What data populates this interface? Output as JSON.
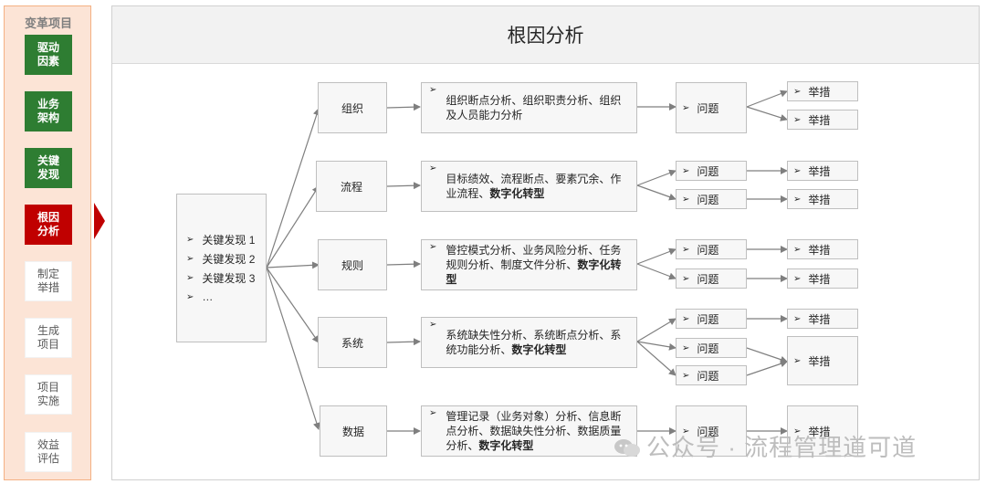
{
  "sidebar": {
    "title": "变革项目",
    "steps": [
      {
        "label": "驱动\n因素",
        "state": "done"
      },
      {
        "label": "业务\n架构",
        "state": "done"
      },
      {
        "label": "关键\n发现",
        "state": "done"
      },
      {
        "label": "根因\n分析",
        "state": "active"
      },
      {
        "label": "制定\n举措",
        "state": "todo"
      },
      {
        "label": "生成\n项目",
        "state": "todo"
      },
      {
        "label": "项目\n实施",
        "state": "todo"
      },
      {
        "label": "效益\n评估",
        "state": "todo"
      }
    ]
  },
  "panel": {
    "title": "根因分析"
  },
  "findings": [
    "关键发现 1",
    "关键发现 2",
    "关键发现 3",
    "…"
  ],
  "bullet": "➢",
  "dimensions": [
    {
      "name": "组织",
      "desc": "组织断点分析、组织职责分析、组织及人员能力分析",
      "desc_bold": ""
    },
    {
      "name": "流程",
      "desc": "目标绩效、流程断点、要素冗余、作业流程、",
      "desc_bold": "数字化转型"
    },
    {
      "name": "规则",
      "desc": "管控模式分析、业务风险分析、任务规则分析、制度文件分析、",
      "desc_bold": "数字化转型"
    },
    {
      "name": "系统",
      "desc": "系统缺失性分析、系统断点分析、系统功能分析、",
      "desc_bold": "数字化转型"
    },
    {
      "name": "数据",
      "desc": "管理记录（业务对象）分析、信息断点分析、数据缺失性分析、数据质量分析、",
      "desc_bold": "数字化转型"
    }
  ],
  "labels": {
    "issue": "问题",
    "measure": "举措"
  },
  "watermark": "公众号 · 流程管理道可道",
  "colors": {
    "done": "#2e7d32",
    "active": "#c00000",
    "sidebar_bg": "#fce4d6",
    "line": "#7f7f7f"
  }
}
